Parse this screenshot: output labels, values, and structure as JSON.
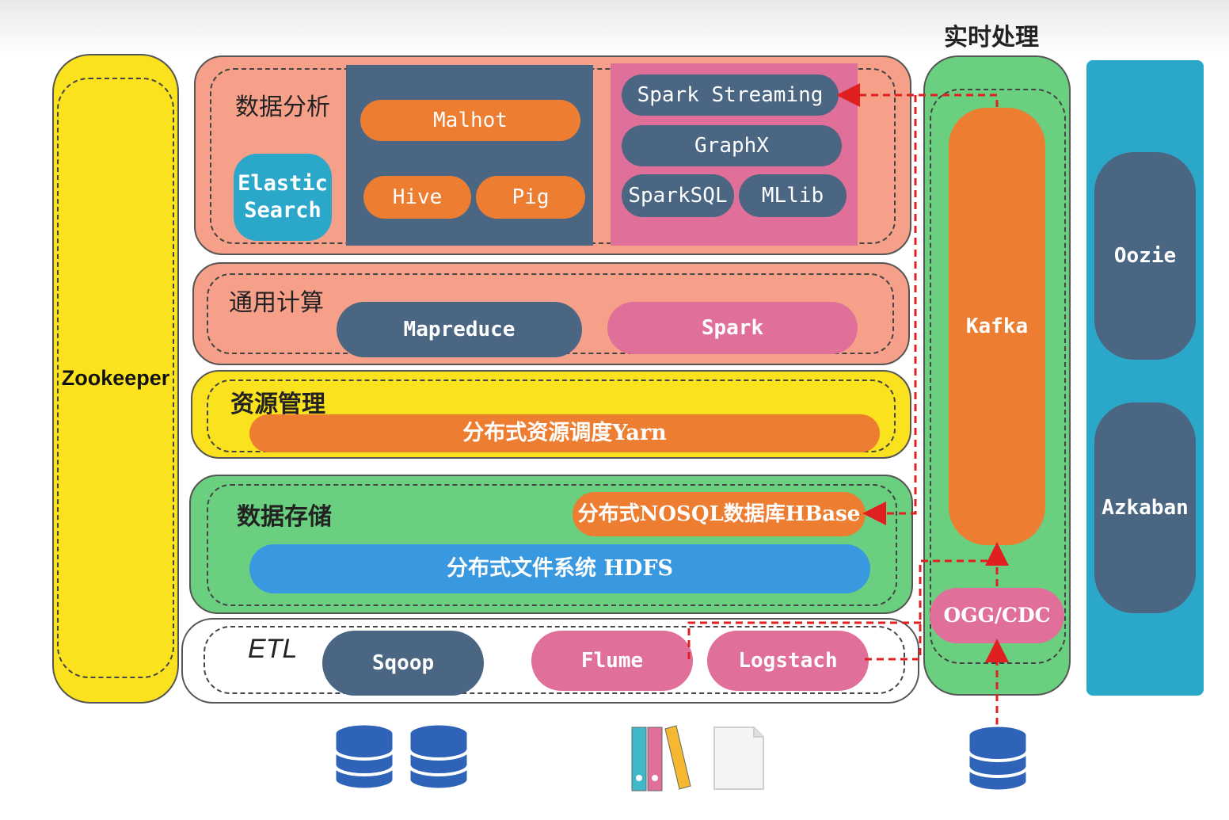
{
  "realtime_title": "实时处理",
  "zookeeper": "Zookeeper",
  "analysis": {
    "title": "数据分析",
    "elastic": [
      "Elastic",
      "Search"
    ],
    "malhot": "Malhot",
    "hive": "Hive",
    "pig": "Pig",
    "spark_streaming": "Spark Streaming",
    "graphx": "GraphX",
    "sparksql": "SparkSQL",
    "mllib": "MLlib"
  },
  "compute": {
    "title": "通用计算",
    "mapreduce": "Mapreduce",
    "spark": "Spark"
  },
  "resource": {
    "title": "资源管理",
    "yarn": "分布式资源调度Yarn"
  },
  "storage": {
    "title": "数据存储",
    "hbase": "分布式NOSQL数据库HBase",
    "hdfs": "分布式文件系统 HDFS"
  },
  "etl": {
    "title": "ETL",
    "sqoop": "Sqoop",
    "flume": "Flume",
    "logstach": "Logstach"
  },
  "realtime": {
    "kafka": "Kafka",
    "ogg": "OGG/CDC"
  },
  "scheduler": {
    "oozie": "Oozie",
    "azkaban": "Azkaban"
  },
  "colors": {
    "zookeeper": "#fbe21f",
    "analysis_bg": "#f6a08a",
    "hadoop_block": "#4a6683",
    "spark_block": "#e0709a",
    "orange": "#ed7d31",
    "storage_bg": "#6bcf80",
    "scheduler_bg": "#2aa7c9",
    "arrow": "#e02020"
  }
}
